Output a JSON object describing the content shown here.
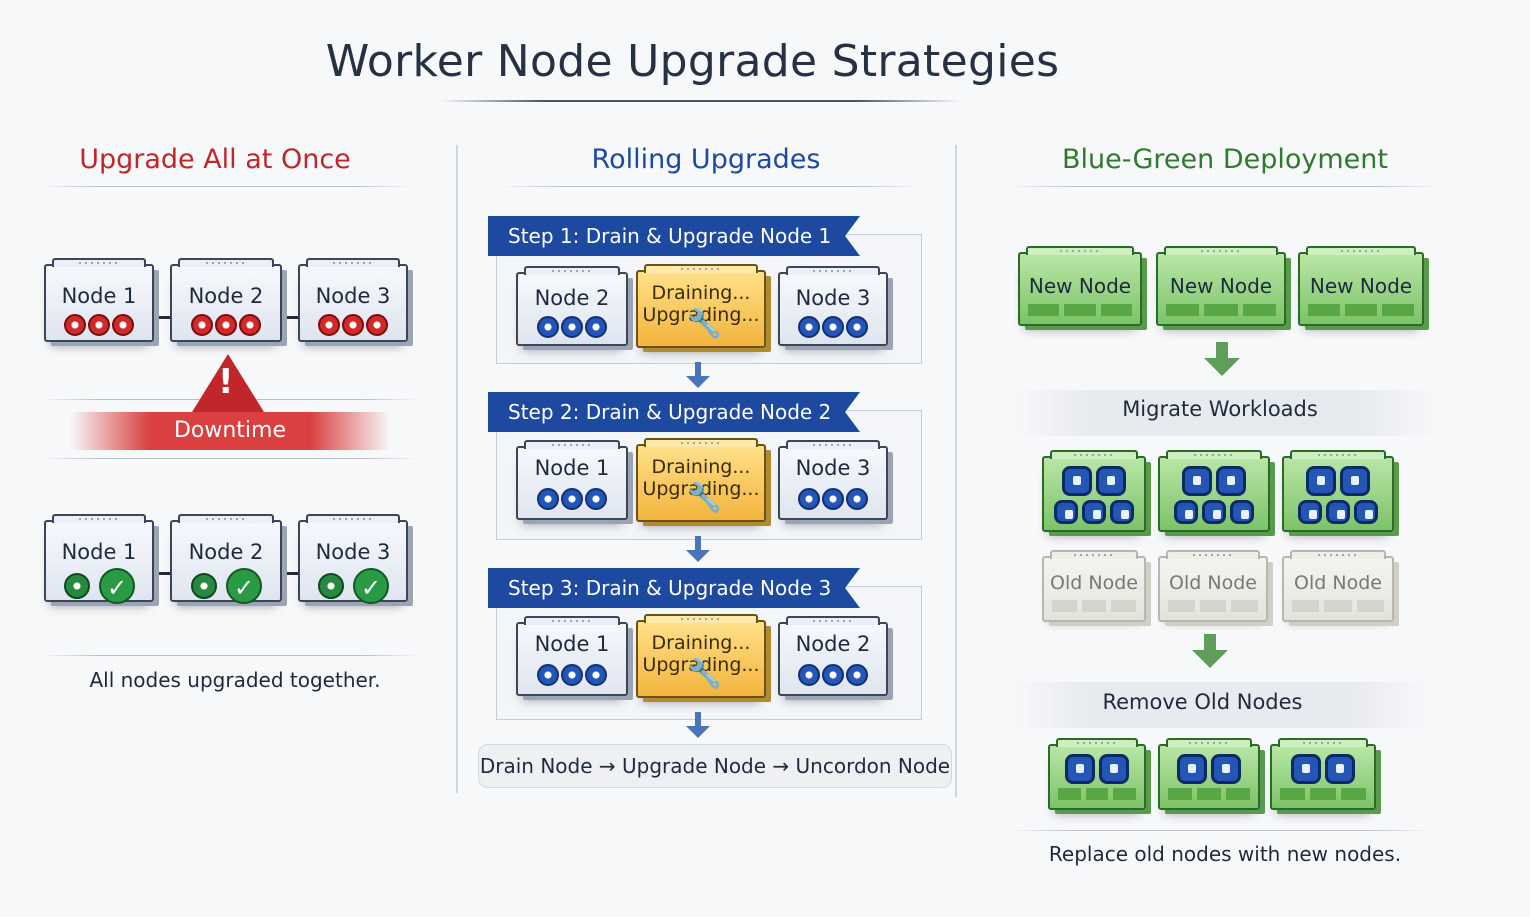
{
  "title": "Worker Node Upgrade Strategies",
  "columns": {
    "all_at_once": {
      "title": "Upgrade All at Once",
      "title_color": "#c0262a",
      "before_nodes": [
        "Node 1",
        "Node 2",
        "Node 3"
      ],
      "downtime_label": "Downtime",
      "after_nodes": [
        "Node 1",
        "Node 2",
        "Node 3"
      ],
      "caption": "All nodes upgraded together."
    },
    "rolling": {
      "title": "Rolling Upgrades",
      "title_color": "#1d4aa0",
      "steps": [
        {
          "banner": "Step 1: Drain & Upgrade Node 1",
          "left": "Node 2",
          "middle_line1": "Draining...",
          "middle_line2": "Upgrading...",
          "right": "Node 3"
        },
        {
          "banner": "Step 2: Drain & Upgrade Node 2",
          "left": "Node 1",
          "middle_line1": "Draining...",
          "middle_line2": "Upgrading...",
          "right": "Node 3"
        },
        {
          "banner": "Step 3: Drain & Upgrade Node 3",
          "left": "Node 1",
          "middle_line1": "Draining...",
          "middle_line2": "Upgrading...",
          "right": "Node 2"
        }
      ],
      "flow": "Drain Node → Upgrade Node → Uncordon Node"
    },
    "blue_green": {
      "title": "Blue-Green Deployment",
      "title_color": "#2f7a2c",
      "new_nodes": [
        "New Node",
        "New Node",
        "New Node"
      ],
      "migrate_label": "Migrate Workloads",
      "old_nodes": [
        "Old Node",
        "Old Node",
        "Old Node"
      ],
      "remove_label": "Remove Old Nodes",
      "caption": "Replace old nodes with new nodes."
    }
  }
}
